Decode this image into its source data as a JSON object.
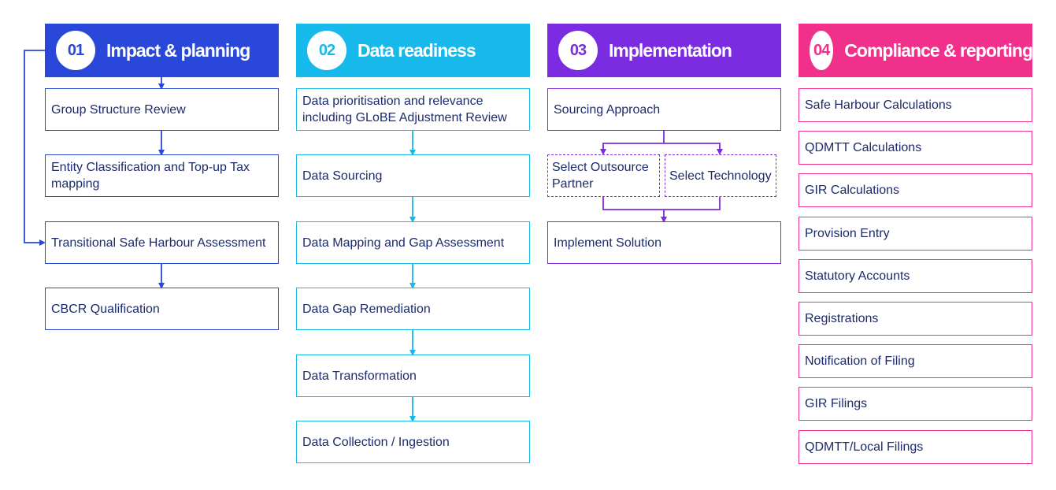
{
  "columns": [
    {
      "number": "01",
      "title": "Impact & planning",
      "color": "#2947d8",
      "steps": [
        "Group Structure Review",
        "Entity Classification and Top-up Tax mapping",
        "Transitional Safe Harbour Assessment",
        "CBCR Qualification"
      ]
    },
    {
      "number": "02",
      "title": "Data readiness",
      "color": "#17b9ea",
      "steps": [
        "Data prioritisation and relevance including GLoBE Adjustment Review",
        "Data Sourcing",
        "Data Mapping and Gap Assessment",
        "Data Gap Remediation",
        "Data Transformation",
        "Data Collection / Ingestion"
      ]
    },
    {
      "number": "03",
      "title": "Implementation",
      "color": "#7b2be0",
      "steps": [
        "Sourcing Approach",
        "Select Outsource Partner",
        "Select Technology",
        "Implement Solution"
      ]
    },
    {
      "number": "04",
      "title": "Compliance & reporting",
      "color": "#f0308a",
      "steps": [
        "Safe Harbour Calculations",
        "QDMTT Calculations",
        "GIR Calculations",
        "Provision Entry",
        "Statutory Accounts",
        "Registrations",
        "Notification of Filing",
        "GIR Filings",
        "QDMTT/Local Filings"
      ]
    }
  ]
}
